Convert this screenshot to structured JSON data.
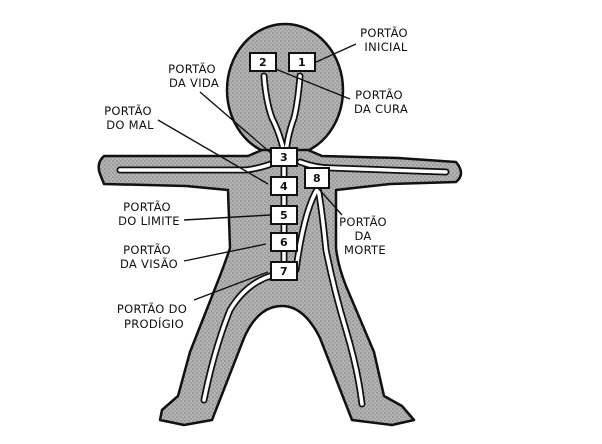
{
  "colors": {
    "body_fill": "#a6a6a6",
    "outline": "#111111",
    "channel_fill": "#ffffff",
    "box_fill": "#ffffff",
    "text": "#111111"
  },
  "gates": [
    {
      "number": "1",
      "label_lines": [
        "PORTÃO",
        "INICIAL"
      ]
    },
    {
      "number": "2",
      "label_lines": [
        "PORTÃO",
        "DA CURA"
      ]
    },
    {
      "number": "3",
      "label_lines": [
        "PORTÃO",
        "DA VIDA"
      ]
    },
    {
      "number": "4",
      "label_lines": [
        "PORTÃO",
        "DO MAL"
      ]
    },
    {
      "number": "5",
      "label_lines": [
        "PORTÃO",
        "DO LIMITE"
      ]
    },
    {
      "number": "6",
      "label_lines": [
        "PORTÃO",
        "DA VISÃO"
      ]
    },
    {
      "number": "7",
      "label_lines": [
        "PORTÃO DO",
        "PRODÍGIO"
      ]
    },
    {
      "number": "8",
      "label_lines": [
        "PORTÃO",
        "DA",
        "MORTE"
      ]
    }
  ]
}
